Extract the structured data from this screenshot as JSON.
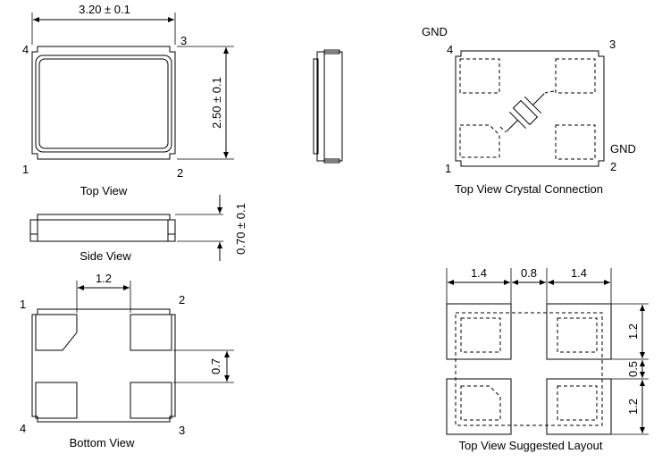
{
  "top_view": {
    "caption": "Top View",
    "width_dim": "3.20 ± 0.1",
    "height_dim": "2.50 ± 0.1",
    "pins": {
      "p1": "1",
      "p2": "2",
      "p3": "3",
      "p4": "4"
    }
  },
  "side_view": {
    "caption": "Side View",
    "thickness_dim": "0.70 ± 0.1"
  },
  "connection_view": {
    "caption": "Top View Crystal Connection",
    "gnd_top": "GND",
    "gnd_bottom": "GND",
    "pins": {
      "p1": "1",
      "p2": "2",
      "p3": "3",
      "p4": "4"
    }
  },
  "bottom_view": {
    "caption": "Bottom View",
    "pad_spacing_dim": "1.2",
    "pad_height_dim": "0.7",
    "pins": {
      "p1": "1",
      "p3": "3",
      "p4": "4",
      "p2": "2"
    }
  },
  "layout_view": {
    "caption": "Top View Suggested Layout",
    "dim_left": "1.4",
    "dim_mid": "0.8",
    "dim_right": "1.4",
    "dim_top": "1.2",
    "dim_gap": "0.5",
    "dim_bottom": "1.2"
  }
}
